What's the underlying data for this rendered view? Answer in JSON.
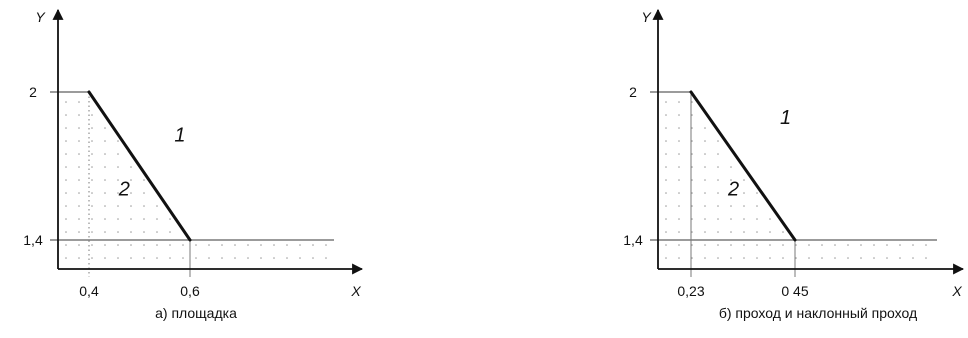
{
  "colors": {
    "axis": "#111111",
    "boundary": "#111111",
    "grid": "#7a7a7a",
    "dots": "#9a9a9a"
  },
  "chart_data": [
    {
      "type": "line",
      "caption": "а) площадка",
      "xlabel": "X",
      "ylabel": "Y",
      "x_ticks": [
        0.4,
        0.6
      ],
      "x_tick_labels": [
        "0,4",
        "0,6"
      ],
      "y_ticks": [
        1.4,
        2
      ],
      "y_tick_labels": [
        "1,4",
        "2"
      ],
      "series": [
        {
          "x": [
            0.4,
            0.6
          ],
          "y": [
            2,
            1.4
          ]
        }
      ],
      "region_labels": [
        {
          "text": "1",
          "x": 0.58,
          "y": 1.8
        },
        {
          "text": "2",
          "x": 0.47,
          "y": 1.58
        }
      ]
    },
    {
      "type": "line",
      "caption": "б) проход и наклонный проход",
      "xlabel": "X",
      "ylabel": "Y",
      "x_ticks": [
        0.23,
        0.45
      ],
      "x_tick_labels": [
        "0,23",
        "0 45"
      ],
      "y_ticks": [
        1.4,
        2
      ],
      "y_tick_labels": [
        "1,4",
        "2"
      ],
      "series": [
        {
          "x": [
            0.23,
            0.45
          ],
          "y": [
            2,
            1.4
          ]
        }
      ],
      "region_labels": [
        {
          "text": "1",
          "x": 0.43,
          "y": 1.87
        },
        {
          "text": "2",
          "x": 0.32,
          "y": 1.58
        }
      ]
    }
  ]
}
